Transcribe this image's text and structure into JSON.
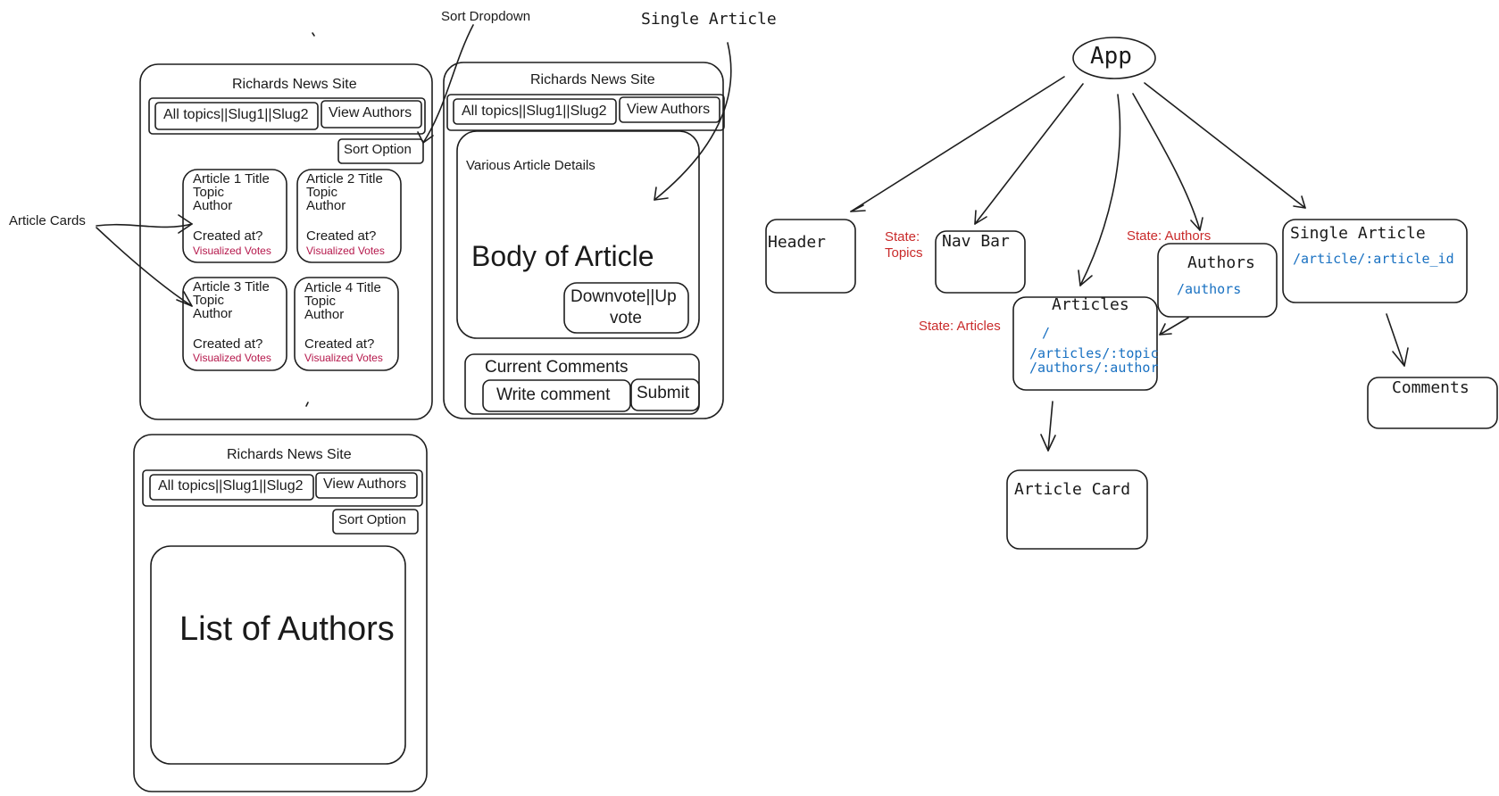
{
  "colors": {
    "stroke": "#1e1e1e",
    "state": "#c92a2a",
    "votes": "#b5174b",
    "route": "#1971c2"
  },
  "annotations": {
    "sort_dropdown": "Sort Dropdown",
    "single_article": "Single Article",
    "article_cards": "Article Cards"
  },
  "wire_home": {
    "site_title": "Richards News Site",
    "topics": "All topics||Slug1||Slug2",
    "view_authors": "View Authors",
    "sort": "Sort Option",
    "cards": [
      {
        "title": "Article 1 Title",
        "topic": "Topic",
        "author": "Author",
        "created": "Created at?",
        "votes": "Visualized Votes"
      },
      {
        "title": "Article 2 Title",
        "topic": "Topic",
        "author": "Author",
        "created": "Created at?",
        "votes": "Visualized Votes"
      },
      {
        "title": "Article 3 Title",
        "topic": "Topic",
        "author": "Author",
        "created": "Created at?",
        "votes": "Visualized Votes"
      },
      {
        "title": "Article 4 Title",
        "topic": "Topic",
        "author": "Author",
        "created": "Created at?",
        "votes": "Visualized Votes"
      }
    ]
  },
  "wire_article": {
    "site_title": "Richards News Site",
    "topics": "All topics||Slug1||Slug2",
    "view_authors": "View Authors",
    "details": "Various Article Details",
    "body": "Body of Article",
    "vote_line1": "Downvote||Up",
    "vote_line2": "vote",
    "comments": "Current Comments",
    "write": "Write comment",
    "submit": "Submit"
  },
  "wire_authors": {
    "site_title": "Richards News Site",
    "topics": "All topics||Slug1||Slug2",
    "view_authors": "View Authors",
    "sort": "Sort Option",
    "list": "List of Authors"
  },
  "tree": {
    "app": "App",
    "header": "Header",
    "navbar": "Nav Bar",
    "articles": "Articles",
    "authors": "Authors",
    "single_article": "Single Article",
    "comments": "Comments",
    "article_card": "Article Card",
    "state_topics_1": "State:",
    "state_topics_2": "Topics",
    "state_authors": "State: Authors",
    "state_articles": "State: Articles",
    "route_articles_1": "/",
    "route_articles_2": "/articles/:topic",
    "route_articles_3": "/authors/:author",
    "route_authors": "/authors",
    "route_single": "/article/:article_id"
  }
}
